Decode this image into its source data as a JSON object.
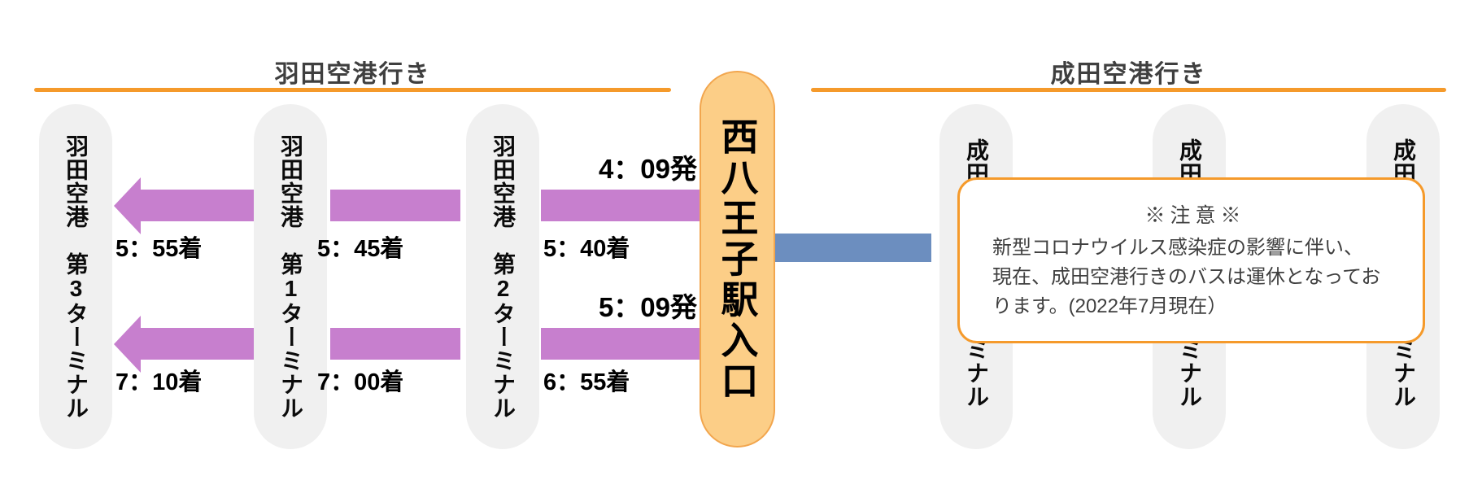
{
  "headers": {
    "haneda": "羽田空港行き",
    "narita": "成田空港行き"
  },
  "center_stop": {
    "label": "西八王子駅入口"
  },
  "haneda": {
    "stops": [
      {
        "label": "羽田空港　第3ターミナル"
      },
      {
        "label": "羽田空港　第1ターミナル"
      },
      {
        "label": "羽田空港　第2ターミナル"
      }
    ]
  },
  "narita": {
    "stops": [
      {
        "top": "成田",
        "bottom": "ミナル"
      },
      {
        "top": "成田",
        "bottom": "ミナル"
      },
      {
        "top": "成田",
        "bottom": "ミナル"
      }
    ]
  },
  "times": {
    "trip1": {
      "dep": "4：09発",
      "arr_terminal2": "5：40着",
      "arr_terminal1": "5：45着",
      "arr_terminal3": "5：55着"
    },
    "trip2": {
      "dep": "5：09発",
      "arr_terminal2": "6：55着",
      "arr_terminal1": "7：00着",
      "arr_terminal3": "7：10着"
    }
  },
  "notice": {
    "title": "※注意※",
    "lines": [
      "新型コロナウイルス感染症の影響に伴い、",
      "現在、成田空港行きのバスは運休となってお",
      "ります。(2022年7月現在）"
    ]
  },
  "colors": {
    "accent_orange": "#F59A2B",
    "pill_gray": "#F0F0F0",
    "pill_orange": "#FCCE87",
    "pill_orange_border": "#F2A64E",
    "purple": "#C77FCE",
    "blue": "#6C8EBF",
    "text_dark": "#3F3F3F",
    "time_black": "#000000"
  }
}
